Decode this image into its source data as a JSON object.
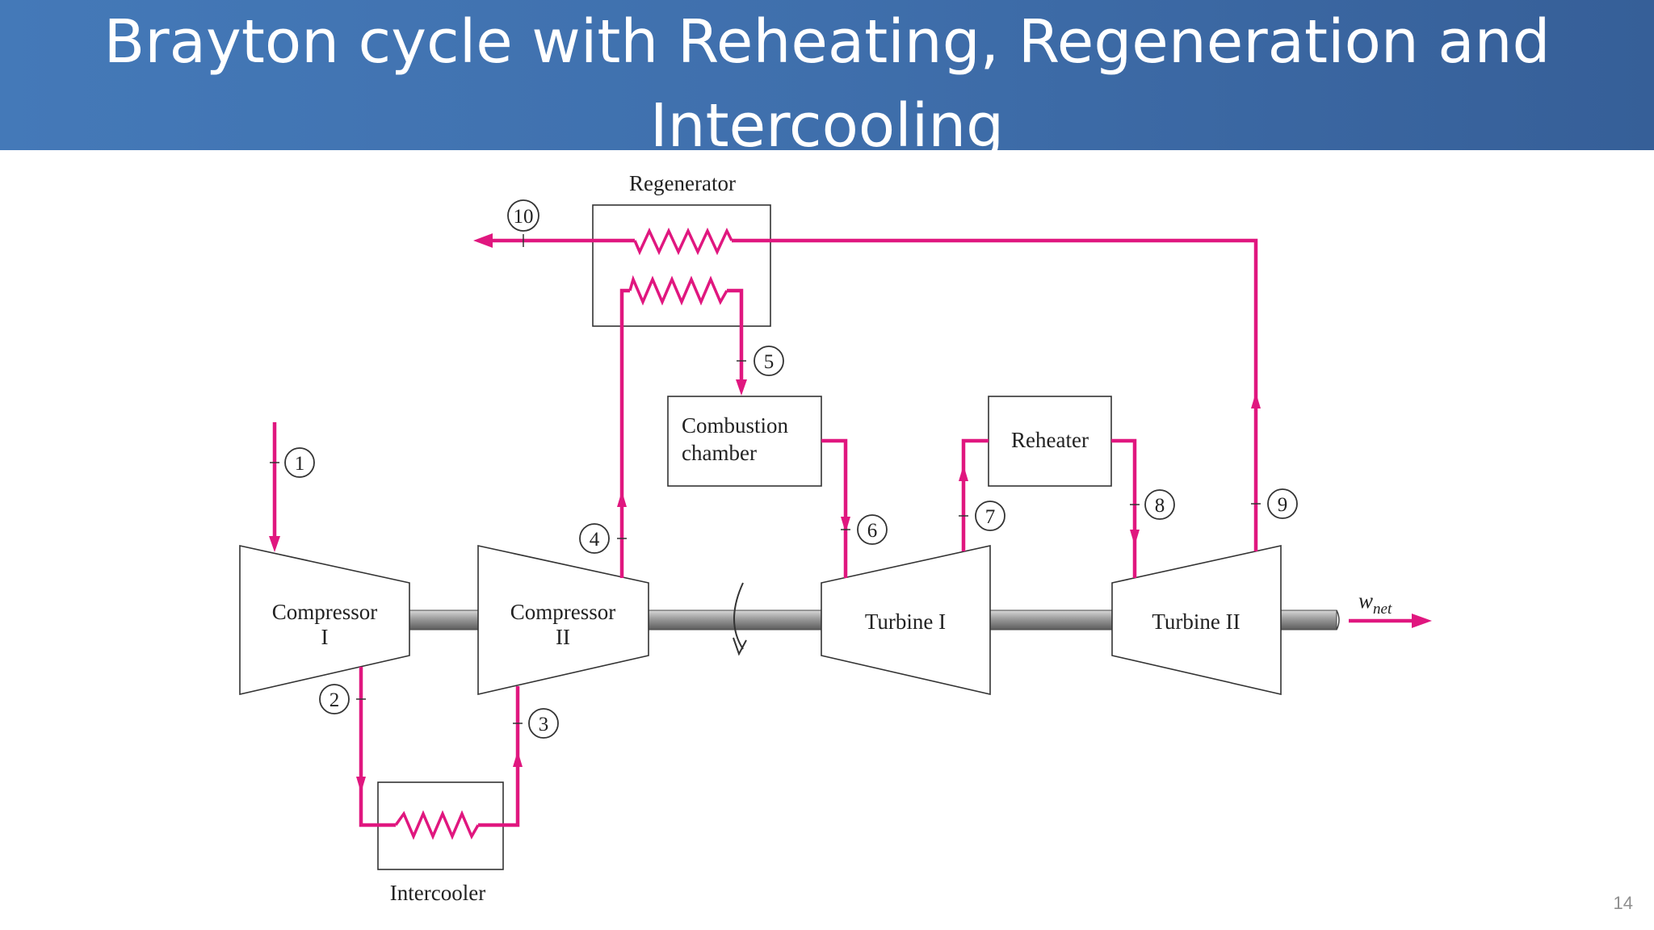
{
  "slide": {
    "title_line1": "Brayton cycle with Reheating, Regeneration and",
    "title_line2": "Intercooling",
    "page_number": "14"
  },
  "diagram": {
    "components": {
      "regenerator": "Regenerator",
      "combustion_line1": "Combustion",
      "combustion_line2": "chamber",
      "reheater": "Reheater",
      "intercooler": "Intercooler",
      "compressor1_line1": "Compressor",
      "compressor1_line2": "I",
      "compressor2_line1": "Compressor",
      "compressor2_line2": "II",
      "turbine1": "Turbine I",
      "turbine2": "Turbine II"
    },
    "states": [
      "1",
      "2",
      "3",
      "4",
      "5",
      "6",
      "7",
      "8",
      "9",
      "10"
    ],
    "work_output": {
      "symbol": "w",
      "subscript": "net"
    },
    "colors": {
      "flow": "#e0177f",
      "shaft": "#8a8a8a",
      "header": "#3f6fac"
    }
  }
}
